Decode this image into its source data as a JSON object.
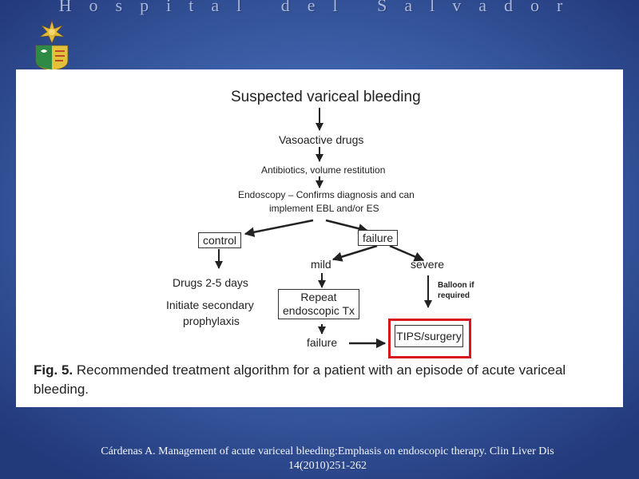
{
  "header": {
    "title": "Hospital del Salvador"
  },
  "diagram": {
    "nodes": {
      "suspected": "Suspected variceal bleeding",
      "vasoactive": "Vasoactive drugs",
      "antibiotics": "Antibiotics, volume restitution",
      "endoscopy_line1": "Endoscopy – Confirms diagnosis and can",
      "endoscopy_line2": "implement EBL and/or ES",
      "control": "control",
      "failure": "failure",
      "drugs": "Drugs 2-5 days",
      "secondary_line1": "Initiate secondary",
      "secondary_line2": "prophylaxis",
      "mild": "mild",
      "severe": "severe",
      "repeat_line1": "Repeat",
      "repeat_line2": "endoscopic Tx",
      "balloon_line1": "Balloon if",
      "balloon_line2": "required",
      "failure2": "failure",
      "tips": "TIPS/surgery"
    },
    "caption": {
      "label": "Fig. 5.",
      "text": "Recommended treatment algorithm for a patient with an episode of acute variceal bleeding."
    },
    "highlight_color": "#d8161b"
  },
  "citation": {
    "line1": "Cárdenas A. Management of acute variceal bleeding:Emphasis on endoscopic therapy. Clin Liver Dis",
    "line2": "14(2010)251-262"
  }
}
